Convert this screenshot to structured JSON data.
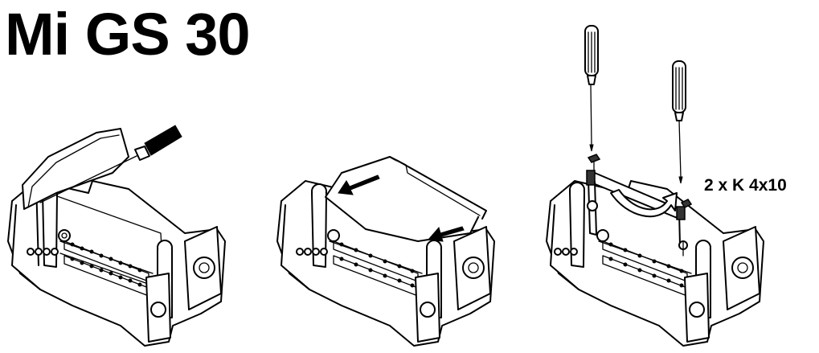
{
  "document": {
    "title": "Mi GS 30",
    "steps": [
      {
        "id": 1,
        "icon": "screwdriver-icon"
      },
      {
        "id": 2,
        "icon": "arrow-icon"
      },
      {
        "id": 3,
        "icon": "screwdriver-icon"
      }
    ],
    "screw_spec": "2 x K 4x10"
  }
}
